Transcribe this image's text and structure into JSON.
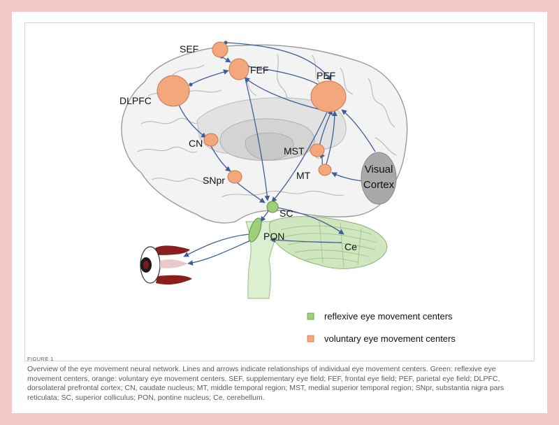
{
  "figure": {
    "number": "FIGURE 1",
    "caption": "Overview of the eye movement neural network. Lines and arrows indicate relationships of individual eye movement centers. Green: reflexive eye movement centers, orange: voluntary eye movement centers. SEF, supplementary eye field; FEF, frontal eye field; PEF, parietal eye field; DLPFC, dorsolateral prefrontal cortex; CN, caudate nucleus; MT, middle temporal region; MST, medial superior temporal region; SNpr, substantia nigra pars reticulata; SC, superior colliculus; PON, pontine nucleus; Ce, cerebellum."
  },
  "nodes": {
    "sef": "SEF",
    "fef": "FEF",
    "pef": "PEF",
    "dlpfc": "DLPFC",
    "cn": "CN",
    "mst": "MST",
    "mt": "MT",
    "snpr": "SNpr",
    "sc": "SC",
    "pon": "PON",
    "ce": "Ce",
    "visual_cortex_line1": "Visual",
    "visual_cortex_line2": "Cortex"
  },
  "legend": {
    "reflexive": "reflexive eye movement centers",
    "voluntary": "voluntary eye movement centers"
  },
  "colors": {
    "voluntary_fill": "#f5a77c",
    "reflexive_fill": "#9ecf7a",
    "visual_cortex_fill": "#a9a9a9",
    "arrow": "#3f5e99",
    "cerebellum": "#cfe6bf",
    "brainstem": "#dcefd0",
    "eye_muscle": "#8b1f1f"
  }
}
